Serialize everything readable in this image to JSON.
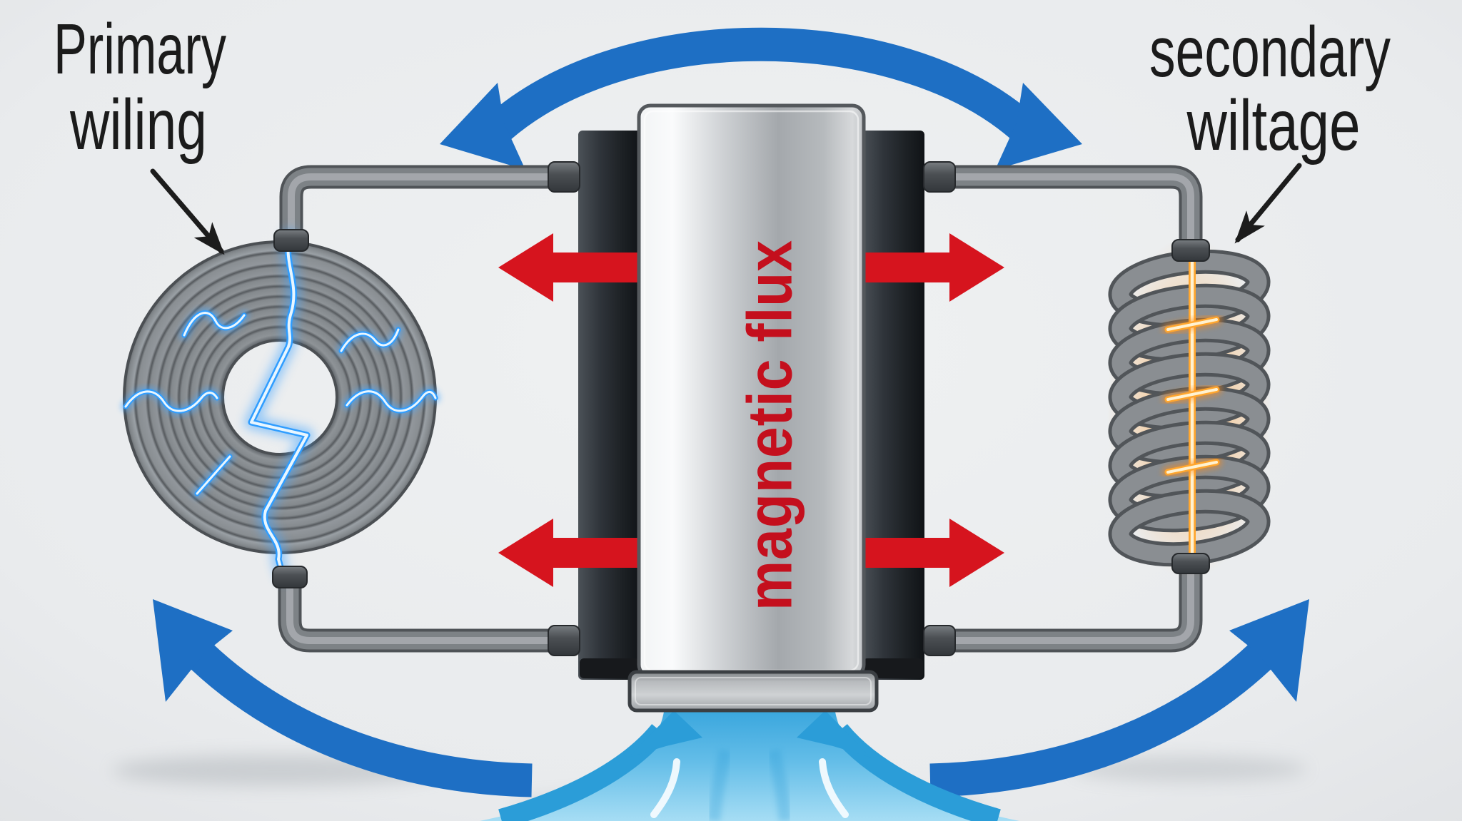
{
  "labels": {
    "primary_winding": {
      "line1": "Primary",
      "line2": "wiling"
    },
    "secondary_winding": {
      "line1": "secondary",
      "line2": "wiltage"
    },
    "core": {
      "text": "magnetic flux"
    }
  },
  "colors": {
    "background": "#e9ebed",
    "label_text": "#1b1b1b",
    "annotation_arrow_black": "#1c1c1c",
    "core_label_red": "#c40f1d",
    "flux_arrow_red": "#d6141e",
    "induction_arc_blue": "#1e6fc4",
    "energy_burst_blue": "#2b9dd8",
    "primary_spark_blue": "#2f9dff",
    "secondary_filament_orange": "#ffa62e",
    "coil_metal_gray": "#84898d",
    "core_limb_dark": "#2e3338",
    "core_plate_silver": "#c9ccce"
  }
}
